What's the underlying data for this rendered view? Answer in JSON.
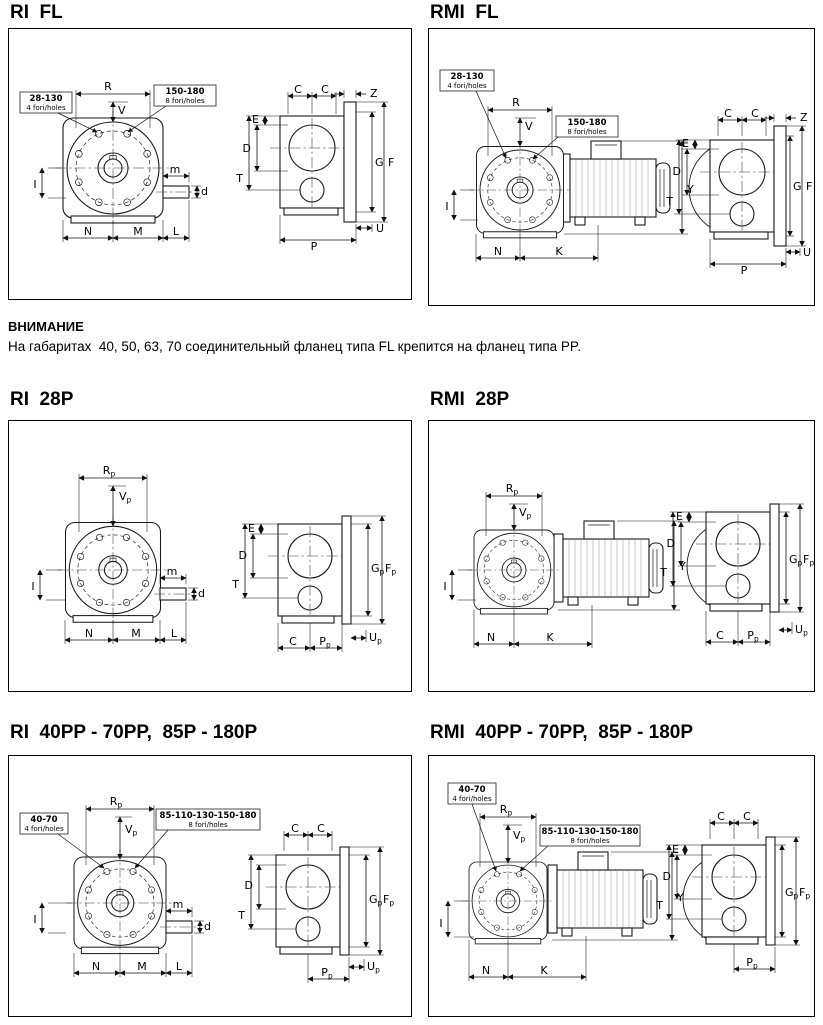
{
  "panels": {
    "ri_fl": {
      "title": "RI  FL",
      "callout_left": {
        "range": "28-130",
        "holes": "4 fori/holes"
      },
      "callout_right": {
        "range": "150-180",
        "holes": "8 fori/holes"
      },
      "front_dims": {
        "R": "R",
        "V": "V",
        "I": "I",
        "m": "m",
        "d": "d",
        "N": "N",
        "M": "M",
        "L": "L"
      },
      "side_dims": {
        "C1": "C",
        "C2": "C",
        "Z": "Z",
        "E": "E",
        "D": "D",
        "T": "T",
        "G": "G",
        "F": "F",
        "P": "P",
        "U": "U"
      }
    },
    "rmi_fl": {
      "title": "RMI  FL",
      "callout_left": {
        "range": "28-130",
        "holes": "4 fori/holes"
      },
      "callout_right": {
        "range": "150-180",
        "holes": "8 fori/holes"
      },
      "front_dims": {
        "R": "R",
        "V": "V",
        "I": "I",
        "N": "N",
        "K": "K",
        "Y": "Y"
      },
      "side_dims": {
        "C1": "C",
        "C2": "C",
        "Z": "Z",
        "E": "E",
        "D": "D",
        "T": "T",
        "G": "G",
        "F": "F",
        "P": "P",
        "U": "U"
      }
    },
    "ri_28p": {
      "title": "RI  28P",
      "front_dims": {
        "Rp": {
          "base": "R",
          "sub": "p"
        },
        "Vp": {
          "base": "V",
          "sub": "p"
        },
        "I": "I",
        "m": "m",
        "d": "d",
        "N": "N",
        "M": "M",
        "L": "L"
      },
      "side_dims": {
        "E": "E",
        "D": "D",
        "T": "T",
        "Gp": {
          "base": "G",
          "sub": "p"
        },
        "Fp": {
          "base": "F",
          "sub": "p"
        },
        "C": "C",
        "Pp": {
          "base": "P",
          "sub": "p"
        },
        "Up": {
          "base": "U",
          "sub": "p"
        }
      }
    },
    "rmi_28p": {
      "title": "RMI  28P",
      "front_dims": {
        "Rp": {
          "base": "R",
          "sub": "p"
        },
        "Vp": {
          "base": "V",
          "sub": "p"
        },
        "I": "I",
        "N": "N",
        "K": "K",
        "Y": "Y"
      },
      "side_dims": {
        "E": "E",
        "D": "D",
        "T": "T",
        "Gp": {
          "base": "G",
          "sub": "p"
        },
        "Fp": {
          "base": "F",
          "sub": "p"
        },
        "C": "C",
        "Pp": {
          "base": "P",
          "sub": "p"
        },
        "Up": {
          "base": "U",
          "sub": "p"
        }
      }
    },
    "ri_40p": {
      "title": "RI  40PP - 70PP,  85P - 180P",
      "callout_left": {
        "range": "40-70",
        "holes": "4 fori/holes"
      },
      "callout_right": {
        "range": "85-110-130-150-180",
        "holes": "8 fori/holes"
      },
      "front_dims": {
        "Rp": {
          "base": "R",
          "sub": "p"
        },
        "Vp": {
          "base": "V",
          "sub": "p"
        },
        "I": "I",
        "m": "m",
        "d": "d",
        "N": "N",
        "M": "M",
        "L": "L"
      },
      "side_dims": {
        "C1": "C",
        "C2": "C",
        "D": "D",
        "T": "T",
        "Gp": {
          "base": "G",
          "sub": "p"
        },
        "Fp": {
          "base": "F",
          "sub": "p"
        },
        "Pp": {
          "base": "P",
          "sub": "p"
        },
        "Up": {
          "base": "U",
          "sub": "p"
        }
      }
    },
    "rmi_40p": {
      "title": "RMI  40PP - 70PP,  85P - 180P",
      "callout_left": {
        "range": "40-70",
        "holes": "4 fori/holes"
      },
      "callout_right": {
        "range": "85-110-130-150-180",
        "holes": "8 fori/holes"
      },
      "front_dims": {
        "Rp": {
          "base": "R",
          "sub": "p"
        },
        "Vp": {
          "base": "V",
          "sub": "p"
        },
        "I": "I",
        "N": "N",
        "K": "K",
        "Y": "Y"
      },
      "side_dims": {
        "C1": "C",
        "C2": "C",
        "E": "E",
        "D": "D",
        "T": "T",
        "Gp": {
          "base": "G",
          "sub": "p"
        },
        "Fp": {
          "base": "F",
          "sub": "p"
        },
        "Pp": {
          "base": "P",
          "sub": "p"
        }
      }
    }
  },
  "notice": {
    "heading": "ВНИМАНИЕ",
    "body": "На габаритах  40, 50, 63, 70 соединительный фланец типа FL крепится на фланец типа PP."
  }
}
